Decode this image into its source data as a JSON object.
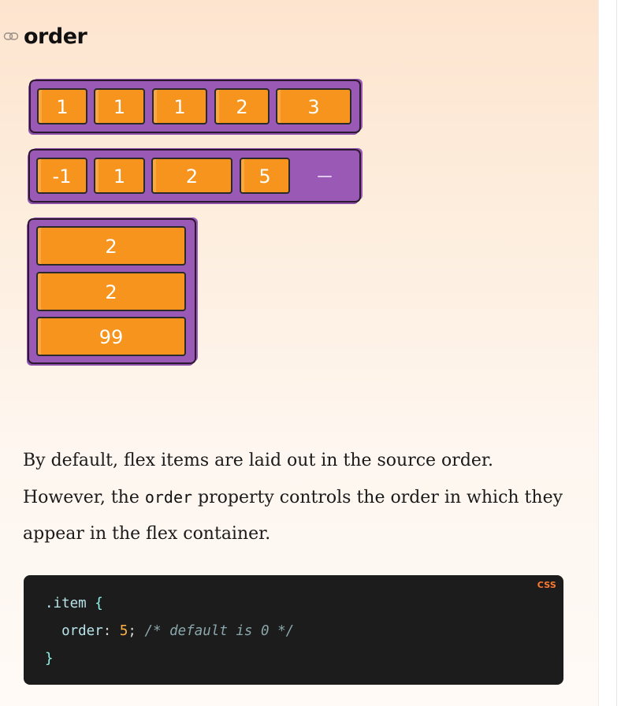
{
  "heading": {
    "title": "order",
    "icon": "link-icon"
  },
  "demos": {
    "row1": [
      "1",
      "1",
      "1",
      "2",
      "3"
    ],
    "row2": [
      "-1",
      "1",
      "2",
      "5"
    ],
    "column": [
      "2",
      "2",
      "99"
    ]
  },
  "paragraph": {
    "part1": "By default, flex items are laid out in the source order. However, the ",
    "code": "order",
    "part2": " property controls the order in which they appear in the flex container."
  },
  "code_block": {
    "language": "css",
    "selector": ".item",
    "open_brace": "{",
    "property": "order",
    "colon": ":",
    "value": "5",
    "semicolon": ";",
    "comment": "/* default is 0 */",
    "close_brace": "}"
  },
  "colors": {
    "container": "#9b59b6",
    "item": "#f7941d",
    "code_background": "#1c1c1c",
    "language_badge": "#ff7a2f"
  }
}
